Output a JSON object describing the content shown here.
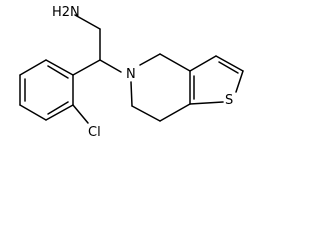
{
  "structure": {
    "atom_labels": {
      "amine": "H2N",
      "ring_nitrogen": "N",
      "sulfur": "S",
      "chlorine": "Cl"
    },
    "colors": {
      "bond": "#000000",
      "label": "#000000",
      "background": "#ffffff"
    }
  }
}
